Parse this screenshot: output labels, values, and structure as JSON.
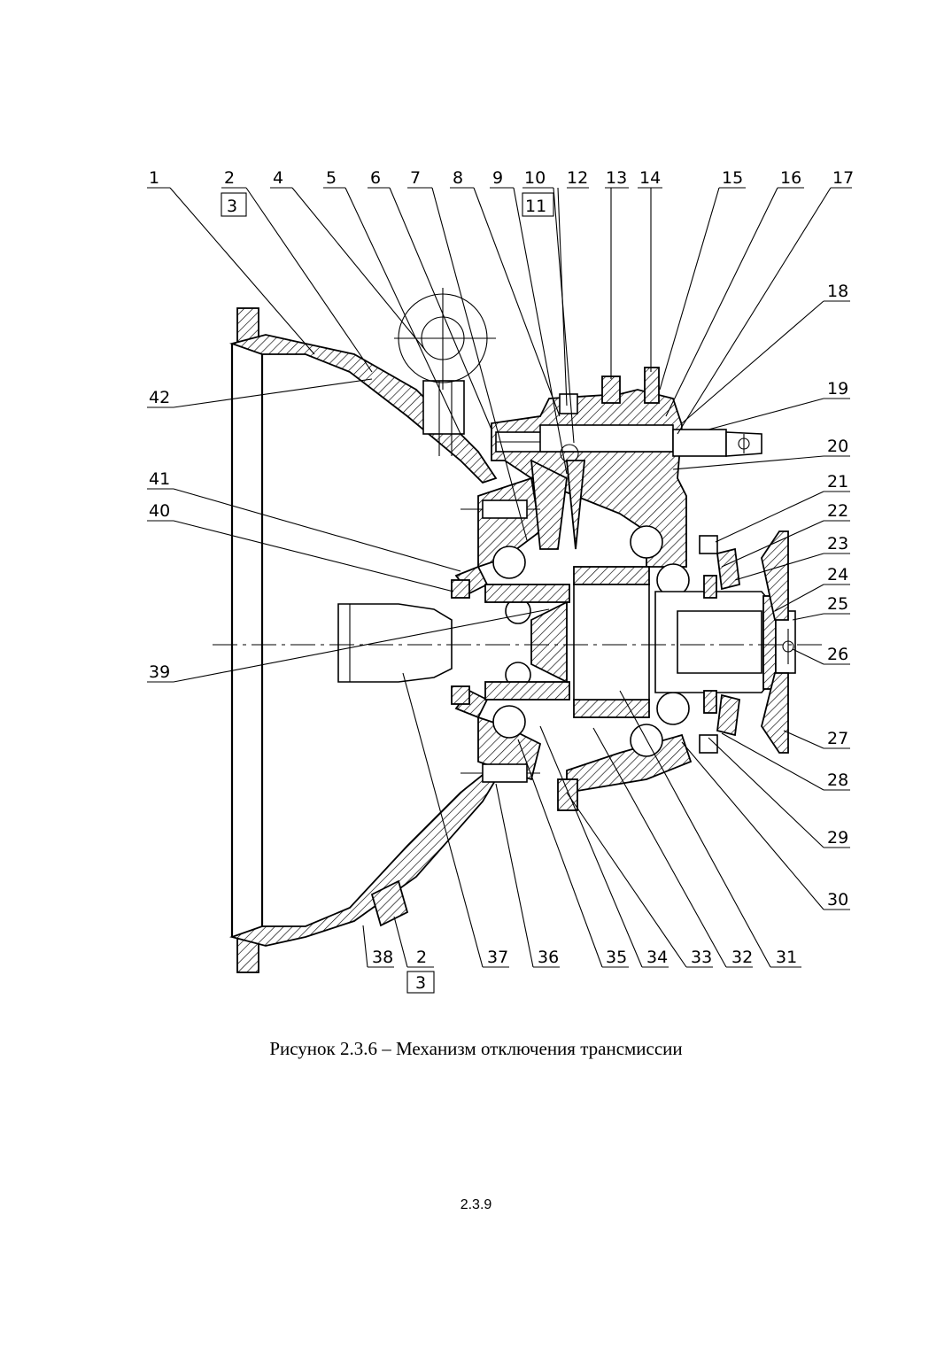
{
  "figure": {
    "caption": "Рисунок 2.3.6 – Механизм отключения трансмиссии",
    "page_number": "2.3.9",
    "callouts": [
      "1",
      "2",
      "3",
      "4",
      "5",
      "6",
      "7",
      "8",
      "9",
      "10",
      "11",
      "12",
      "13",
      "14",
      "15",
      "16",
      "17",
      "18",
      "19",
      "20",
      "21",
      "22",
      "23",
      "24",
      "25",
      "26",
      "27",
      "28",
      "29",
      "30",
      "31",
      "32",
      "33",
      "34",
      "35",
      "36",
      "37",
      "38",
      "39",
      "40",
      "41",
      "42"
    ],
    "callout_2_bottom": "2",
    "callout_3_bottom": "3"
  }
}
